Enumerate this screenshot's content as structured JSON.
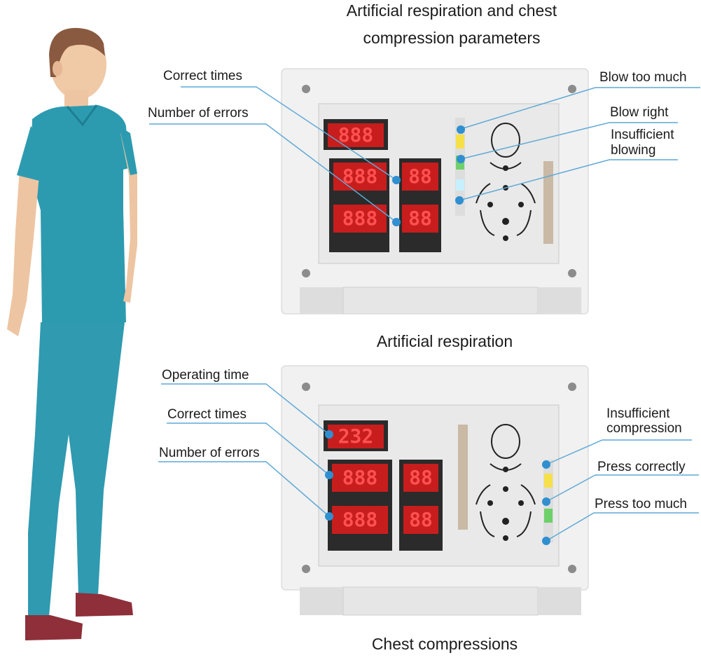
{
  "header": {
    "title_line1": "Artificial respiration and chest",
    "title_line2": "compression parameters"
  },
  "respiration_panel": {
    "caption": "Artificial respiration",
    "left_labels": [
      "Correct times",
      "Number of errors"
    ],
    "right_labels": [
      "Blow too much",
      "Blow right",
      "Insufficient",
      "blowing"
    ],
    "display_top": "888",
    "display_left_top": "888",
    "display_left_bottom": "888",
    "display_right_top": "88",
    "display_right_bottom": "88"
  },
  "compression_panel": {
    "caption": "Chest compressions",
    "left_labels": [
      "Operating time",
      "Correct times",
      "Number of errors"
    ],
    "right_labels": [
      "Insufficient",
      "compression",
      "Press correctly",
      "Press too much"
    ],
    "display_top": "232",
    "display_left_top": "888",
    "display_left_bottom": "888",
    "display_right_top": "88",
    "display_right_bottom": "88"
  },
  "colors": {
    "callout_line": "#5fa9d6",
    "callout_dot": "#2f8fd0",
    "led": "#ff2a2a",
    "scrubs": "#2b8ea3",
    "shoes": "#8e2f3a"
  }
}
